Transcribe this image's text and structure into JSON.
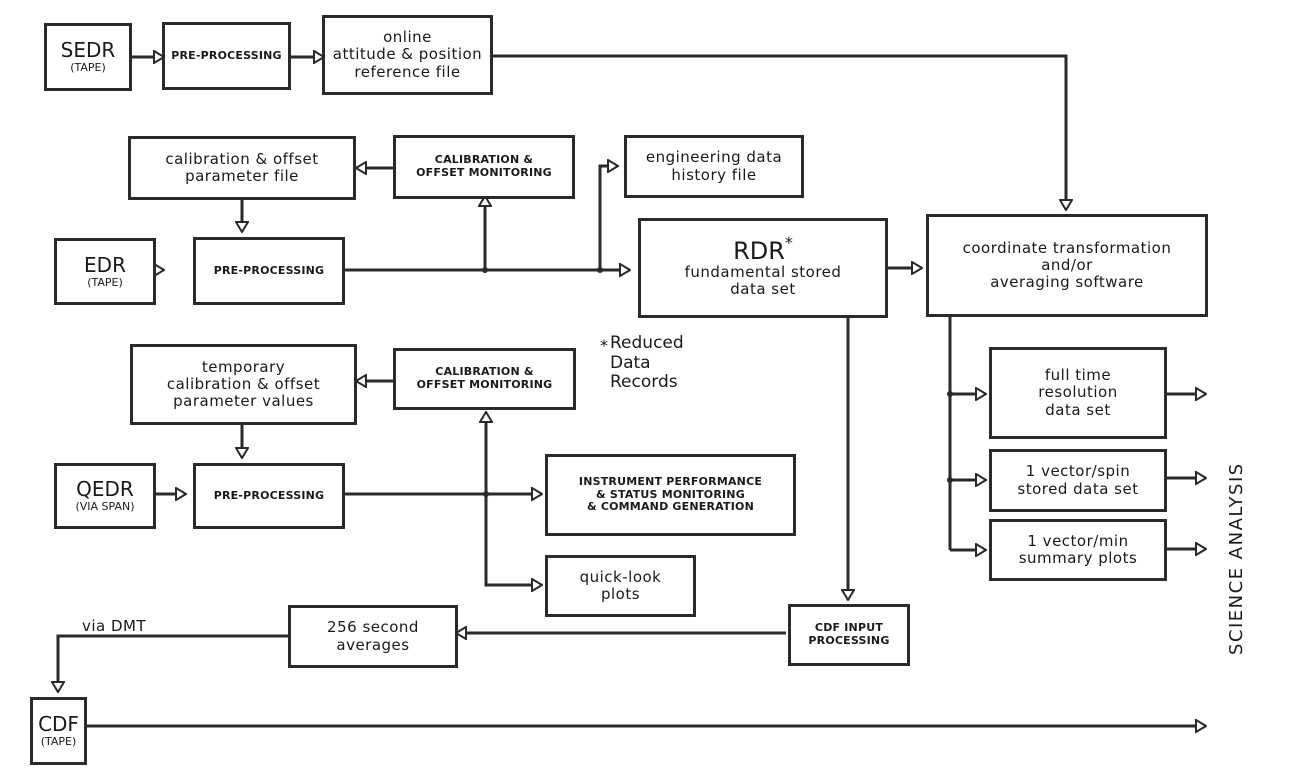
{
  "diagram": {
    "type": "data-flow block diagram",
    "nodes": {
      "sedr": {
        "lines": [
          "SEDR",
          "(TAPE)"
        ]
      },
      "pre_processing_1": {
        "lines": [
          "PRE-PROCESSING"
        ]
      },
      "attitude_file": {
        "lines": [
          "online",
          "attitude & position",
          "reference file"
        ]
      },
      "cal_param_file": {
        "lines": [
          "calibration & offset",
          "parameter file"
        ]
      },
      "cal_monitoring_1": {
        "lines": [
          "CALIBRATION &",
          "OFFSET MONITORING"
        ]
      },
      "engineering_file": {
        "lines": [
          "engineering data",
          "history file"
        ]
      },
      "edr": {
        "lines": [
          "EDR",
          "(TAPE)"
        ]
      },
      "pre_processing_2": {
        "lines": [
          "PRE-PROCESSING"
        ]
      },
      "rdr": {
        "title": "RDR",
        "title_mark": "*",
        "lines": [
          "fundamental stored",
          "data set"
        ]
      },
      "coord_transform": {
        "lines": [
          "coordinate transformation",
          "and/or",
          "averaging software"
        ]
      },
      "temp_cal_values": {
        "lines": [
          "temporary",
          "calibration & offset",
          "parameter values"
        ]
      },
      "cal_monitoring_2": {
        "lines": [
          "CALIBRATION &",
          "OFFSET MONITORING"
        ]
      },
      "full_time_res": {
        "lines": [
          "full time",
          "resolution",
          "data set"
        ]
      },
      "vector_spin": {
        "lines": [
          "1 vector/spin",
          "stored data set"
        ]
      },
      "vector_min": {
        "lines": [
          "1 vector/min",
          "summary plots"
        ]
      },
      "qedr": {
        "lines": [
          "QEDR",
          "(VIA SPAN)"
        ]
      },
      "pre_processing_3": {
        "lines": [
          "PRE-PROCESSING"
        ]
      },
      "instrument_perf": {
        "lines": [
          "INSTRUMENT PERFORMANCE",
          "& STATUS MONITORING",
          "& COMMAND GENERATION"
        ]
      },
      "quick_look": {
        "lines": [
          "quick-look",
          "plots"
        ]
      },
      "cdf_input": {
        "lines": [
          "CDF INPUT",
          "PROCESSING"
        ]
      },
      "averages_256": {
        "lines": [
          "256 second",
          "averages"
        ]
      },
      "cdf": {
        "lines": [
          "CDF",
          "(TAPE)"
        ]
      }
    },
    "footnote": {
      "marker": "*",
      "lines": [
        "Reduced",
        "Data",
        "Records"
      ]
    },
    "edge_labels": {
      "via_dmt": "via DMT"
    },
    "side_label": "SCIENCE  ANALYSIS",
    "edges": [
      [
        "sedr",
        "pre_processing_1"
      ],
      [
        "pre_processing_1",
        "attitude_file"
      ],
      [
        "attitude_file",
        "coord_transform"
      ],
      [
        "cal_monitoring_1",
        "cal_param_file"
      ],
      [
        "cal_param_file",
        "pre_processing_2"
      ],
      [
        "edr",
        "pre_processing_2"
      ],
      [
        "pre_processing_2",
        "cal_monitoring_1"
      ],
      [
        "pre_processing_2",
        "engineering_file"
      ],
      [
        "pre_processing_2",
        "rdr"
      ],
      [
        "rdr",
        "coord_transform"
      ],
      [
        "rdr",
        "cdf_input"
      ],
      [
        "coord_transform",
        "full_time_res"
      ],
      [
        "coord_transform",
        "vector_spin"
      ],
      [
        "coord_transform",
        "vector_min"
      ],
      [
        "cal_monitoring_2",
        "temp_cal_values"
      ],
      [
        "temp_cal_values",
        "pre_processing_3"
      ],
      [
        "qedr",
        "pre_processing_3"
      ],
      [
        "pre_processing_3",
        "cal_monitoring_2"
      ],
      [
        "pre_processing_3",
        "instrument_perf"
      ],
      [
        "pre_processing_3",
        "quick_look"
      ],
      [
        "cdf_input",
        "averages_256"
      ],
      [
        "averages_256",
        "cdf"
      ],
      [
        "full_time_res",
        "science_analysis"
      ],
      [
        "vector_spin",
        "science_analysis"
      ],
      [
        "vector_min",
        "science_analysis"
      ],
      [
        "cdf",
        "science_analysis"
      ]
    ]
  }
}
